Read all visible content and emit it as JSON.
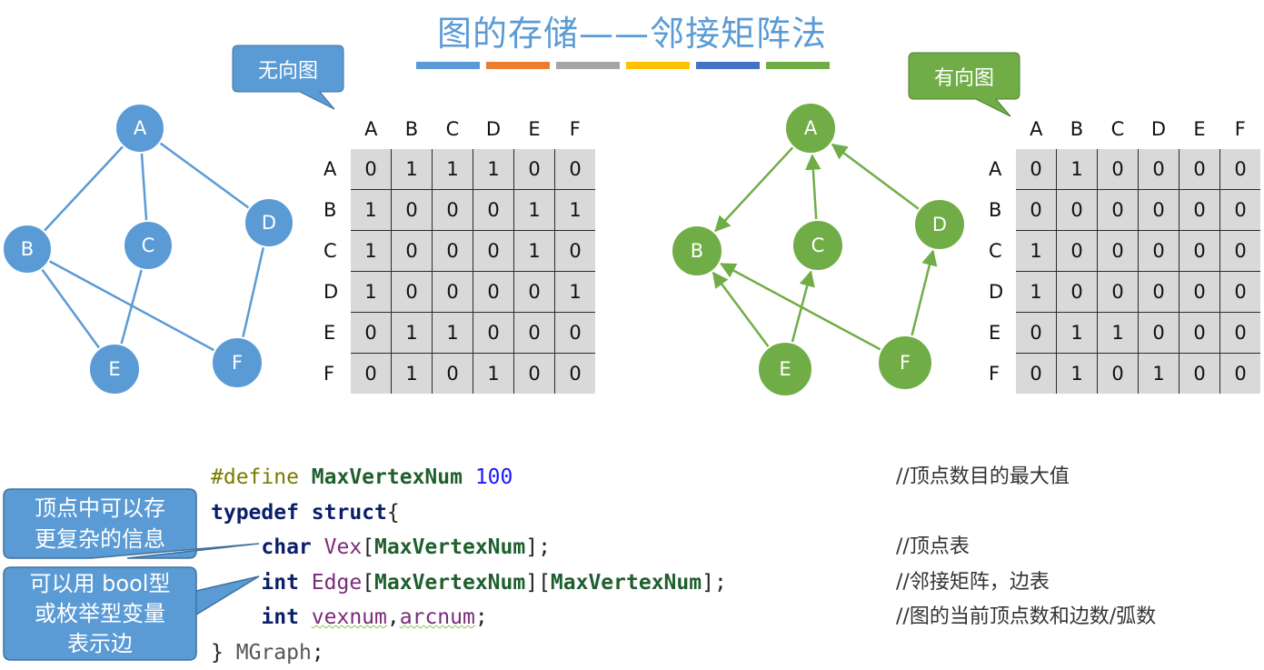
{
  "title": "图的存储——邻接矩阵法",
  "color_bars": [
    "#5b9bd5",
    "#ed7d31",
    "#a5a5a5",
    "#ffc000",
    "#4472c4",
    "#70ad47"
  ],
  "undirected": {
    "callout": "无向图",
    "callout_color": "#5b9bd5",
    "node_color": "#5b9bd5",
    "nodes": [
      "A",
      "B",
      "C",
      "D",
      "E",
      "F"
    ],
    "edges": [
      [
        "A",
        "B"
      ],
      [
        "A",
        "C"
      ],
      [
        "A",
        "D"
      ],
      [
        "B",
        "E"
      ],
      [
        "B",
        "F"
      ],
      [
        "C",
        "E"
      ],
      [
        "D",
        "F"
      ]
    ],
    "matrix": {
      "columns": [
        "A",
        "B",
        "C",
        "D",
        "E",
        "F"
      ],
      "rows": [
        {
          "label": "A",
          "values": [
            "0",
            "1",
            "1",
            "1",
            "0",
            "0"
          ]
        },
        {
          "label": "B",
          "values": [
            "1",
            "0",
            "0",
            "0",
            "1",
            "1"
          ]
        },
        {
          "label": "C",
          "values": [
            "1",
            "0",
            "0",
            "0",
            "1",
            "0"
          ]
        },
        {
          "label": "D",
          "values": [
            "1",
            "0",
            "0",
            "0",
            "0",
            "1"
          ]
        },
        {
          "label": "E",
          "values": [
            "0",
            "1",
            "1",
            "0",
            "0",
            "0"
          ]
        },
        {
          "label": "F",
          "values": [
            "0",
            "1",
            "0",
            "1",
            "0",
            "0"
          ]
        }
      ]
    }
  },
  "directed": {
    "callout": "有向图",
    "callout_color": "#70ad47",
    "node_color": "#70ad47",
    "nodes": [
      "A",
      "B",
      "C",
      "D",
      "E",
      "F"
    ],
    "arcs": [
      [
        "A",
        "B"
      ],
      [
        "C",
        "A"
      ],
      [
        "D",
        "A"
      ],
      [
        "E",
        "B"
      ],
      [
        "E",
        "C"
      ],
      [
        "F",
        "B"
      ],
      [
        "F",
        "D"
      ]
    ],
    "matrix": {
      "columns": [
        "A",
        "B",
        "C",
        "D",
        "E",
        "F"
      ],
      "rows": [
        {
          "label": "A",
          "values": [
            "0",
            "1",
            "0",
            "0",
            "0",
            "0"
          ]
        },
        {
          "label": "B",
          "values": [
            "0",
            "0",
            "0",
            "0",
            "0",
            "0"
          ]
        },
        {
          "label": "C",
          "values": [
            "1",
            "0",
            "0",
            "0",
            "0",
            "0"
          ]
        },
        {
          "label": "D",
          "values": [
            "1",
            "0",
            "0",
            "0",
            "0",
            "0"
          ]
        },
        {
          "label": "E",
          "values": [
            "0",
            "1",
            "1",
            "0",
            "0",
            "0"
          ]
        },
        {
          "label": "F",
          "values": [
            "0",
            "1",
            "0",
            "1",
            "0",
            "0"
          ]
        }
      ]
    }
  },
  "code": {
    "line1_define": "#define",
    "line1_name": "MaxVertexNum",
    "line1_value": "100",
    "line2_typedef": "typedef",
    "line2_struct": "struct",
    "line2_brace": "{",
    "line3_type": "char",
    "line3_var": "Vex",
    "line3_dim": "MaxVertexNum",
    "line4_type": "int",
    "line4_var": "Edge",
    "line4_dim1": "MaxVertexNum",
    "line4_dim2": "MaxVertexNum",
    "line5_type": "int",
    "line5_var1": "vexnum",
    "line5_var2": "arcnum",
    "line6_close": "}",
    "line6_name": "MGraph"
  },
  "comments": [
    "//顶点数目的最大值",
    "",
    "//顶点表",
    "//邻接矩阵，边表",
    "//图的当前顶点数和边数/弧数"
  ],
  "note1": {
    "line1": "顶点中可以存",
    "line2": "更复杂的信息"
  },
  "note2": {
    "line1": "可以用 bool型",
    "line2": "或枚举型变量",
    "line3": "表示边"
  }
}
